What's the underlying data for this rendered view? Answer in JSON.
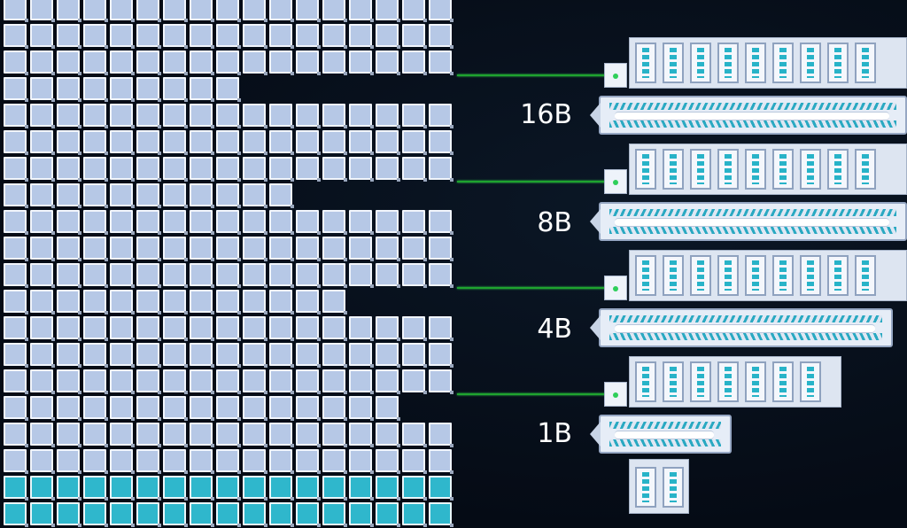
{
  "memory": {
    "columns": 17,
    "rows": 20,
    "cell_color": "#b6c8e6",
    "active_color": "#2fb7cc",
    "active_rows": 2
  },
  "buses": [
    {
      "label": "16B"
    },
    {
      "label": "8B"
    },
    {
      "label": "4B"
    },
    {
      "label": "1B"
    }
  ],
  "colors": {
    "background": "#050b15",
    "wire": "#1fa32f",
    "chip_accent": "#28b3c8"
  }
}
